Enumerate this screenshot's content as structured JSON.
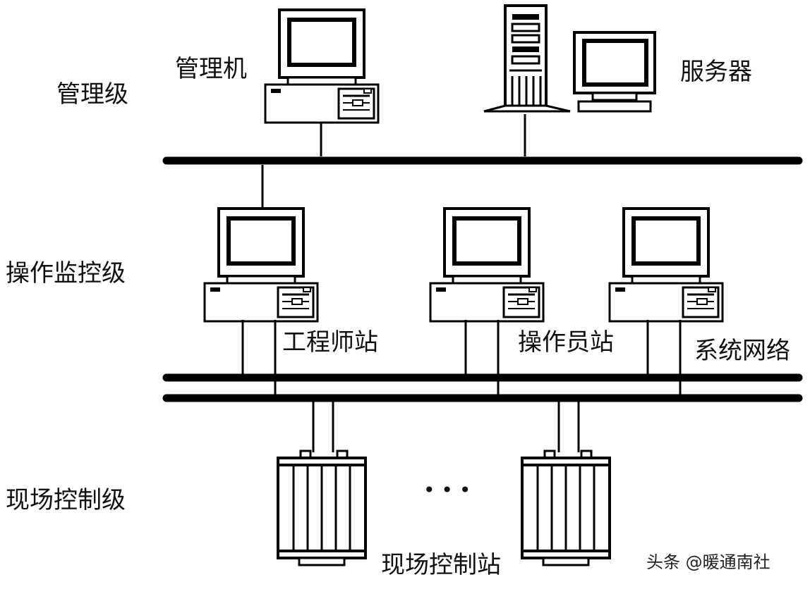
{
  "levels": {
    "management": "管理级",
    "operation": "操作监控级",
    "field": "现场控制级"
  },
  "nodes": {
    "management_pc": "管理机",
    "server": "服务器",
    "engineer_station": "工程师站",
    "operator_station": "操作员站",
    "system_network": "系统网络",
    "field_control_station": "现场控制站"
  },
  "ellipsis": "• • •",
  "watermark": "头条 @暖通南社"
}
